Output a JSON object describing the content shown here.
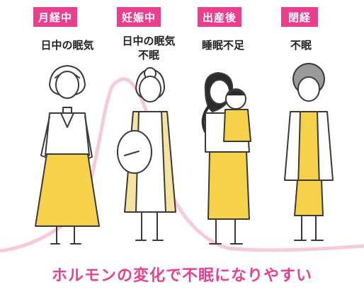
{
  "stages": [
    {
      "badge": "月経中",
      "caption_lines": [
        "日中の眠気"
      ]
    },
    {
      "badge": "妊娠中",
      "caption_lines": [
        "日中の眠気",
        "不眠"
      ]
    },
    {
      "badge": "出産後",
      "caption_lines": [
        "睡眠不足"
      ]
    },
    {
      "badge": "閉経",
      "caption_lines": [
        "不眠"
      ]
    }
  ],
  "headline": "ホルモンの変化で不眠になりやすい",
  "colors": {
    "accent": "#ea3f8e",
    "curve": "#f6c9de",
    "skirt": "#f6d24a",
    "cardigan": "#f6e3a0",
    "skin": "#ffffff",
    "hair_light": "#ffffff",
    "hair_dark": "#2b2b2b",
    "hair_gray": "#9a9a9a"
  }
}
